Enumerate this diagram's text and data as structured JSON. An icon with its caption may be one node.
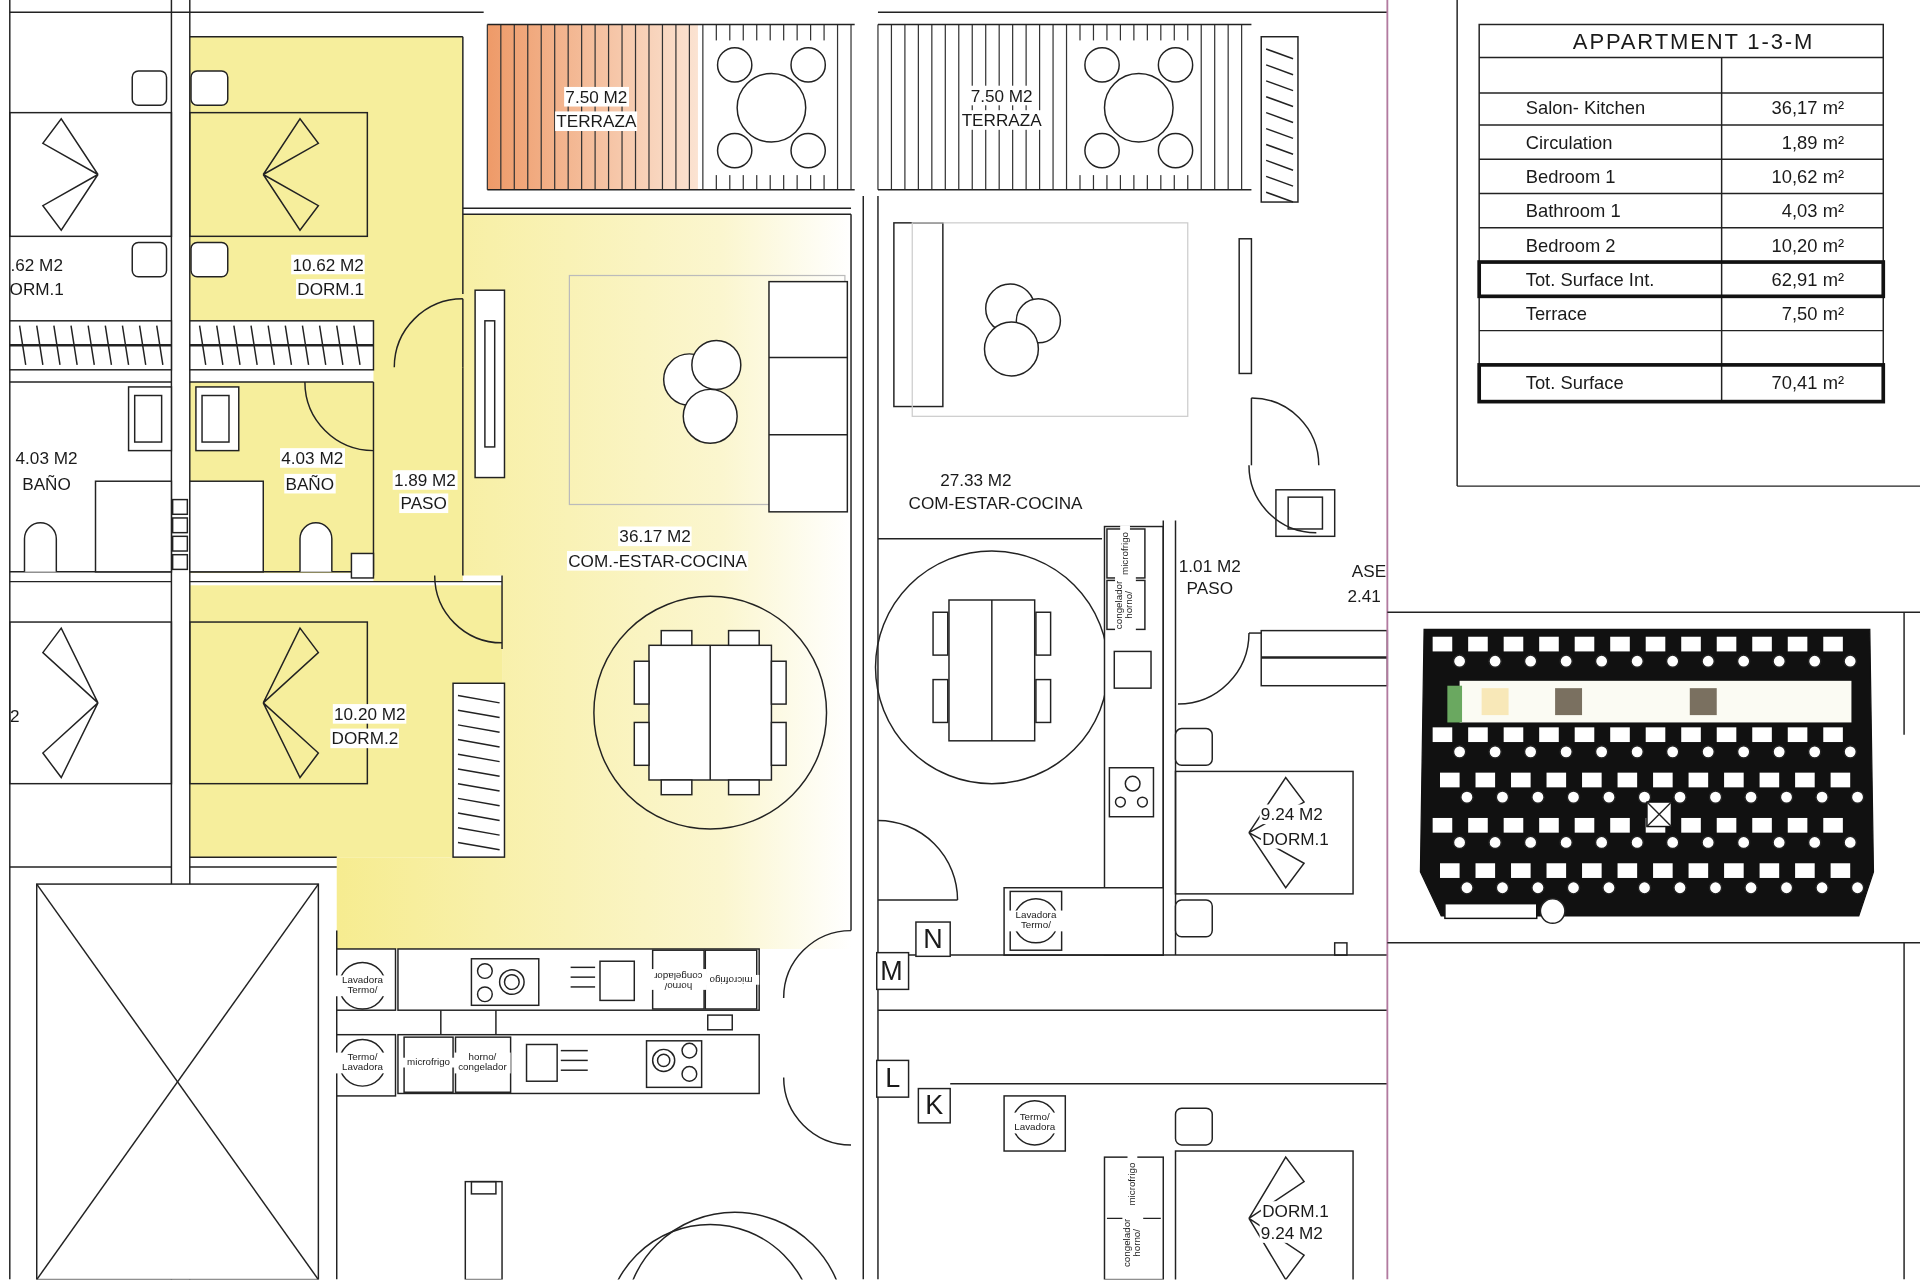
{
  "diagram": {
    "labels": [
      "7.50 M2",
      "TERRAZA",
      "7.50 M2",
      "TERRAZA",
      "APPARTMENT 1-3-M",
      "Salon- Kitchen",
      "36,17 m²",
      "Circulation",
      "1,89 m²",
      "Bedroom 1",
      "10,62 m²",
      "Bathroom 1",
      "4,03 m²",
      "Bedroom 2",
      "10,20 m²",
      "Tot. Surface Int.",
      "62,91 m²",
      "Terrace",
      "7,50 m²",
      "Tot. Surface",
      "70,41 m²",
      ".62 M2",
      "ORM.1",
      "10.62 M2",
      "DORM.1",
      "4.03 M2",
      "BAÑO",
      "4.03 M2",
      "BAÑO",
      "1.89 M2",
      "PASO",
      "27.33 M2",
      "COM-ESTAR-COCINA",
      "36.17 M2",
      "COM.-ESTAR-COCINA",
      "microfrigo",
      "congelador horno/",
      "1.01 M2",
      "PASO",
      "ASE",
      "2.41",
      "2",
      "10.20 M2",
      "DORM.2",
      "9.24 M2",
      "DORM.1",
      "N",
      "M",
      "Lavadora Termo/",
      "horno/ congelador",
      "microfrigo",
      "Lavadora Termo/",
      "L",
      "K",
      "Termo/ Lavadora",
      "microfrigo",
      "horno/ congelador",
      "Termo/ Lavadora",
      "microfrigo",
      "congelador horno/",
      "DORM.1",
      "9.24 M2"
    ]
  }
}
